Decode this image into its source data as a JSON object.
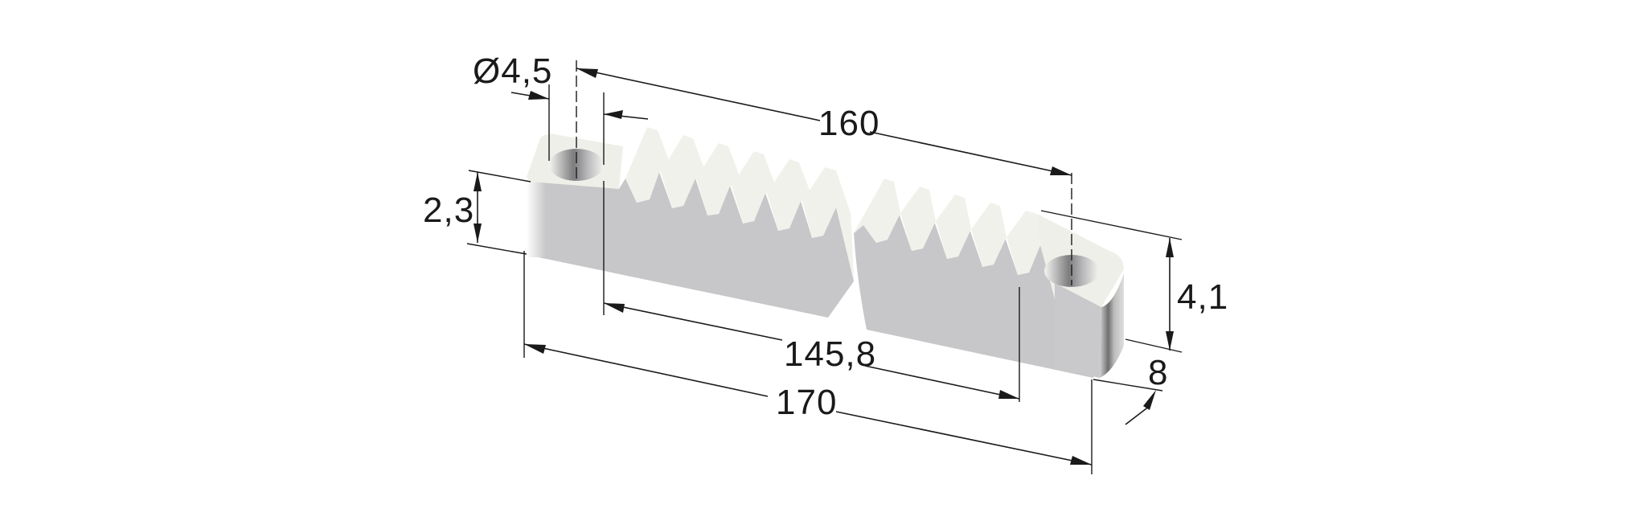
{
  "drawing": {
    "subject": "toothed rack segment (two-part gear rack)",
    "colors": {
      "background": "#ffffff",
      "part_top": "#efefe9",
      "part_top_light": "#f5f5f0",
      "part_side": "#c7c7c9",
      "part_end_dark": "#8c8c8c",
      "dimension_line": "#1a1a1a"
    },
    "dimensions": {
      "hole_diameter": "Ø4,5",
      "hole_spacing": "160",
      "tooth_height": "2,3",
      "total_height": "4,1",
      "width": "8",
      "toothed_length": "145,8",
      "overall_length": "170"
    }
  }
}
